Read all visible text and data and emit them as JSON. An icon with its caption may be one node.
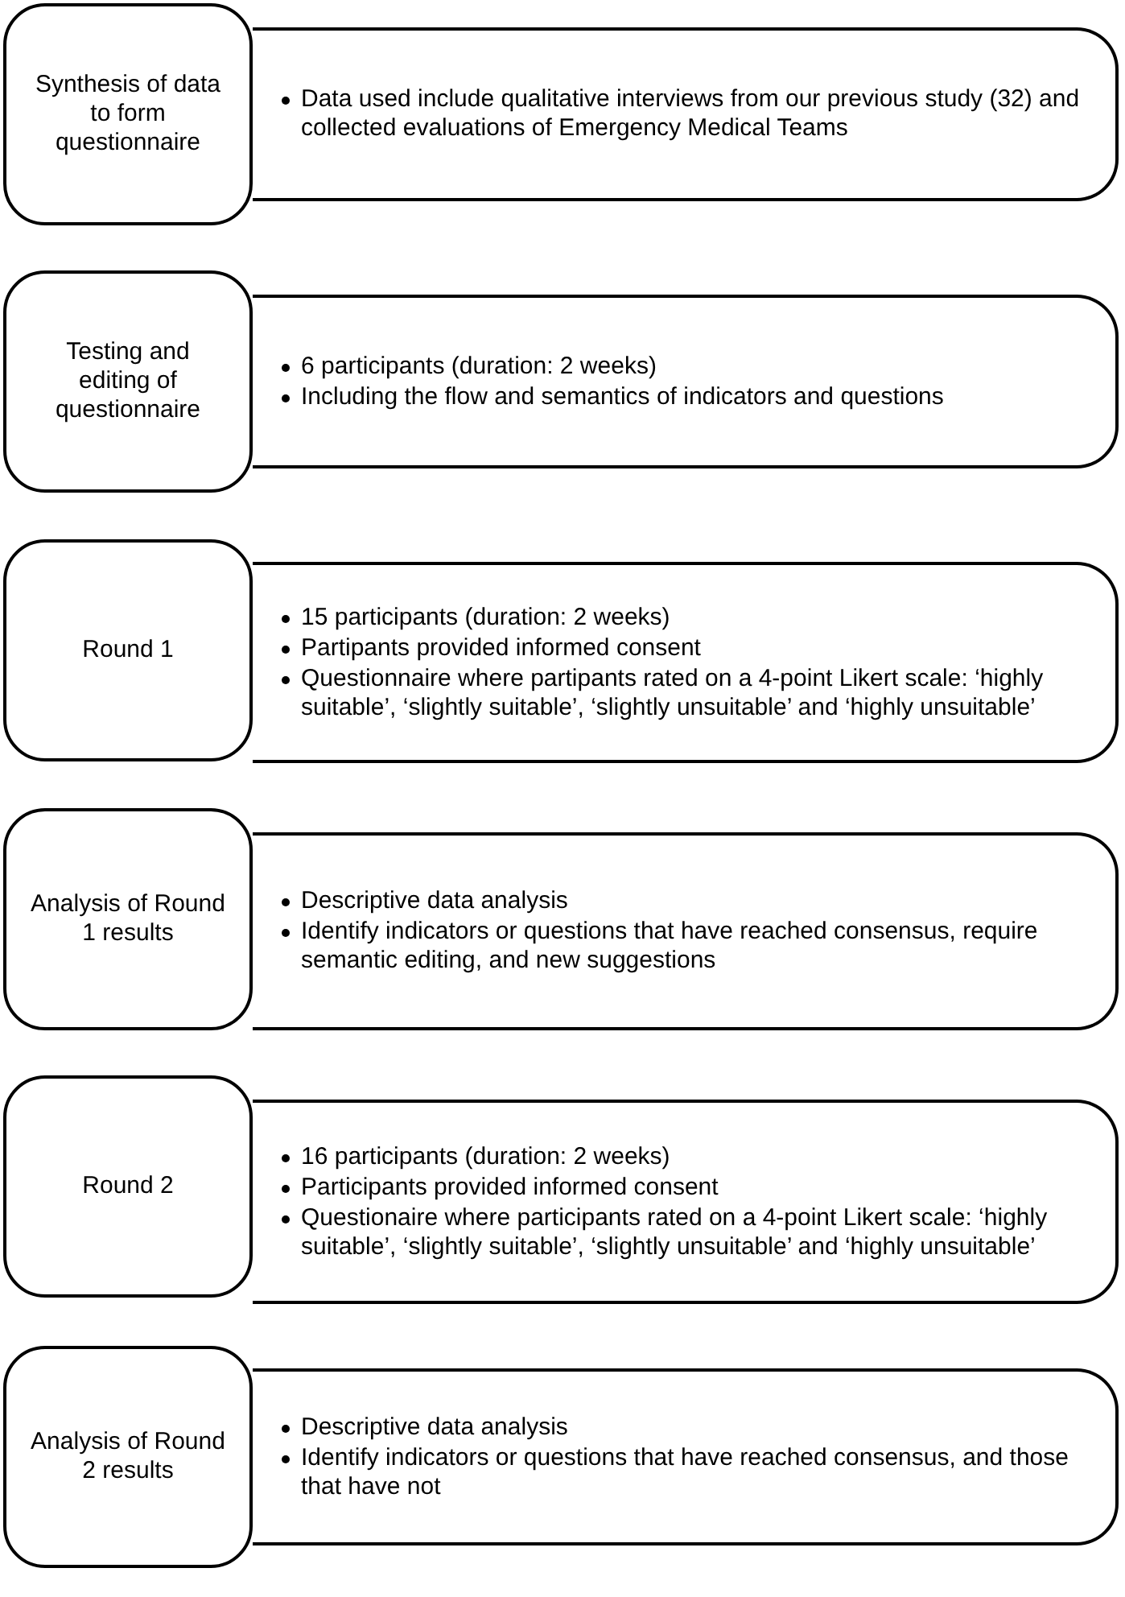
{
  "diagram": {
    "nodes": [
      {
        "text": [
          "Synthesis of data to form questionnaire"
        ]
      },
      {
        "text": [
          "Data used include qualitative interviews from our previous study (32) and collected evaluations of Emergency Medical Teams"
        ]
      },
      {
        "text": [
          "Testing and editing of questionnaire"
        ]
      },
      {
        "text": [
          "6 participants (duration: 2 weeks)",
          "Including the flow and semantics of indicators and questions"
        ]
      },
      {
        "text": [
          "Round 1"
        ]
      },
      {
        "text": [
          "15 participants (duration: 2 weeks)",
          "Partipants provided informed consent",
          "Questionnaire where partipants rated on a 4-point Likert scale: ‘highly suitable’, ‘slightly suitable’, ‘slightly unsuitable’ and ‘highly unsuitable’"
        ]
      },
      {
        "text": [
          "Analysis of Round 1 results"
        ]
      },
      {
        "text": [
          "Descriptive data analysis",
          "Identify indicators or questions that have reached consensus, require semantic editing, and new suggestions"
        ]
      },
      {
        "text": [
          "Round 2"
        ]
      },
      {
        "text": [
          "16 participants (duration: 2 weeks)",
          "Participants provided informed consent",
          "Questionaire where participants rated on a 4-point Likert scale: ‘highly suitable’, ‘slightly suitable’, ‘slightly unsuitable’ and ‘highly unsuitable’"
        ]
      },
      {
        "text": [
          "Analysis of Round 2 results"
        ]
      },
      {
        "text": [
          "Descriptive data analysis",
          "Identify indicators or questions that have reached consensus, and those that have not"
        ]
      }
    ]
  }
}
